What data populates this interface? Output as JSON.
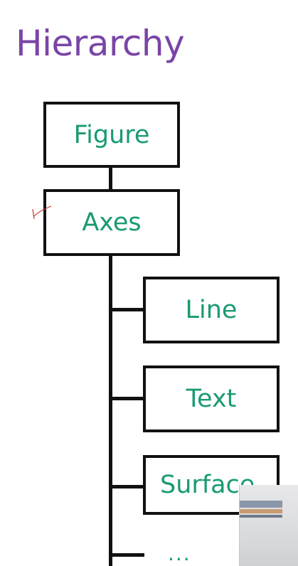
{
  "title": "Hierarchy",
  "nodes": {
    "figure": "Figure",
    "axes": "Axes",
    "line": "Line",
    "text": "Text",
    "surface": "Surface"
  },
  "more": "...",
  "colors": {
    "title": "#7a45a6",
    "node_text": "#1a9a73",
    "stroke": "#111111"
  }
}
